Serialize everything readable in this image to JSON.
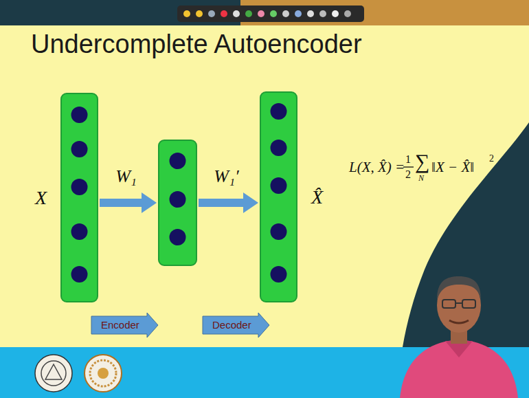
{
  "diagram": {
    "title": "Undercomplete Autoencoder",
    "nodes": [
      {
        "text": [
          "X"
        ]
      },
      {
        "text": []
      },
      {
        "text": [
          "X̂"
        ]
      },
      {
        "text": [
          "Encoder"
        ]
      },
      {
        "text": [
          "Decoder"
        ]
      }
    ],
    "edges": [
      {
        "from": 0,
        "to": 1,
        "label": "W₁",
        "arrow": "to"
      },
      {
        "from": 1,
        "to": 2,
        "label": "W₁′",
        "arrow": "to"
      }
    ],
    "labels": [
      "L(X, X̂) =",
      "1",
      "2",
      "∑",
      "N",
      "‖X − X̂‖",
      "2"
    ]
  }
}
